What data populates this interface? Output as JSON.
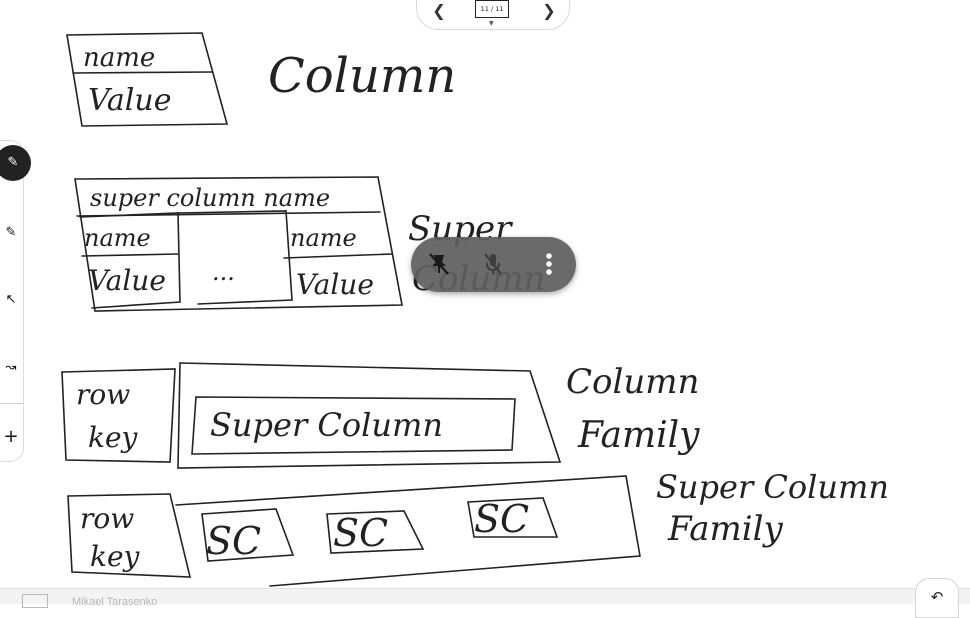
{
  "board": {
    "s1_box_top": "name",
    "s1_box_bottom": "Value",
    "s1_label": "Column",
    "s2_header": "super column name",
    "s2_name_left": "name",
    "s2_value_left": "Value",
    "s2_ellipsis": "...",
    "s2_name_right": "name",
    "s2_value_right": "Value",
    "s2_label_line1": "Super",
    "s2_label_line2": "Column",
    "s3_rowkey_line1": "row",
    "s3_rowkey_line2": "key",
    "s3_inner": "Super Column",
    "s3_label_line1": "Column",
    "s3_label_line2": "Family",
    "s4_rowkey_line1": "row",
    "s4_rowkey_line2": "key",
    "s4_sc1": "SC",
    "s4_sc2": "SC",
    "s4_sc3": "SC",
    "s4_label_line1": "Super Column",
    "s4_label_line2": "Family"
  },
  "page_nav": {
    "prev_icon": "chevron-left-icon",
    "next_icon": "chevron-right-icon",
    "page_indicator": "11 / 11"
  },
  "toolbar": {
    "tools": [
      "pen-icon",
      "marker-icon",
      "select-arrow-icon",
      "laser-icon",
      "add-icon"
    ]
  },
  "call_controls": {
    "buttons": [
      "pin-off-icon",
      "mic-off-icon",
      "more-vert-icon"
    ]
  },
  "presenter_name": "Mikael Tarasenko",
  "colors": {
    "ink": "#222222",
    "call_bar": "#5f5f5f"
  }
}
